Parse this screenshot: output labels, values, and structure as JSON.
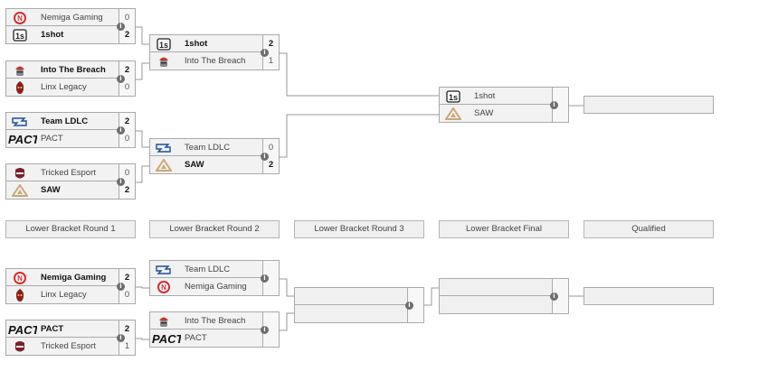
{
  "upper": {
    "r1m1": {
      "team1": {
        "name": "Nemiga Gaming",
        "score": "0",
        "logo": "nemiga-logo"
      },
      "team2": {
        "name": "1shot",
        "score": "2",
        "logo": "1shot-logo"
      }
    },
    "r1m2": {
      "team1": {
        "name": "Into The Breach",
        "score": "2",
        "logo": "into-the-breach-logo"
      },
      "team2": {
        "name": "Linx Legacy",
        "score": "0",
        "logo": "linx-legacy-logo"
      }
    },
    "r1m3": {
      "team1": {
        "name": "Team LDLC",
        "score": "2",
        "logo": "team-ldlc-logo"
      },
      "team2": {
        "name": "PACT",
        "score": "0",
        "logo": "pact-logo"
      }
    },
    "r1m4": {
      "team1": {
        "name": "Tricked Esport",
        "score": "0",
        "logo": "tricked-logo"
      },
      "team2": {
        "name": "SAW",
        "score": "2",
        "logo": "saw-logo"
      }
    },
    "r2m1": {
      "team1": {
        "name": "1shot",
        "score": "2",
        "logo": "1shot-logo"
      },
      "team2": {
        "name": "Into The Breach",
        "score": "1",
        "logo": "into-the-breach-logo"
      }
    },
    "r2m2": {
      "team1": {
        "name": "Team LDLC",
        "score": "0",
        "logo": "team-ldlc-logo"
      },
      "team2": {
        "name": "SAW",
        "score": "2",
        "logo": "saw-logo"
      }
    },
    "final": {
      "team1": {
        "name": "1shot",
        "logo": "1shot-logo"
      },
      "team2": {
        "name": "SAW",
        "logo": "saw-logo"
      }
    }
  },
  "lower_labels": {
    "r1": "Lower Bracket Round 1",
    "r2": "Lower Bracket Round 2",
    "r3": "Lower Bracket Round 3",
    "final": "Lower Bracket Final",
    "qualified": "Qualified"
  },
  "lower": {
    "r1m1": {
      "team1": {
        "name": "Nemiga Gaming",
        "score": "2",
        "logo": "nemiga-logo"
      },
      "team2": {
        "name": "Linx Legacy",
        "score": "0",
        "logo": "linx-legacy-logo"
      }
    },
    "r1m2": {
      "team1": {
        "name": "PACT",
        "score": "2",
        "logo": "pact-logo"
      },
      "team2": {
        "name": "Tricked Esport",
        "score": "1",
        "logo": "tricked-logo"
      }
    },
    "r2m1": {
      "team1": {
        "name": "Team LDLC",
        "logo": "team-ldlc-logo"
      },
      "team2": {
        "name": "Nemiga Gaming",
        "logo": "nemiga-logo"
      }
    },
    "r2m2": {
      "team1": {
        "name": "Into The Breach",
        "logo": "into-the-breach-logo"
      },
      "team2": {
        "name": "PACT",
        "logo": "pact-logo"
      }
    }
  },
  "info_icon": "i",
  "colors": {
    "box_bg": "#f2f2f2",
    "border": "#aaaaaa",
    "line": "#999999",
    "info": "#6e6e6e",
    "nemiga_red": "#d62b2b",
    "saw_gold": "#c9a876",
    "ldlc_blue": "#1a4e9c"
  }
}
